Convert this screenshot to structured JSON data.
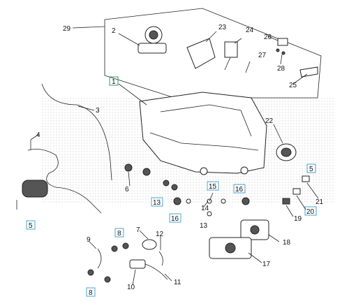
{
  "callouts": {
    "c1": "1",
    "c2": "2",
    "c3": "3",
    "c4": "4",
    "c5a": "5",
    "c5b": "5",
    "c6": "6",
    "c7": "7",
    "c8a": "8",
    "c8b": "8",
    "c9": "9",
    "c10": "10",
    "c11": "11",
    "c12": "12",
    "c13a": "13",
    "c13b": "13",
    "c14": "14",
    "c15": "15",
    "c16a": "16",
    "c16b": "16",
    "c17": "17",
    "c18": "18",
    "c19": "19",
    "c20": "20",
    "c21": "21",
    "c22": "22",
    "c23": "23",
    "c24": "24",
    "c25": "25",
    "c26": "26",
    "c27": "27",
    "c28": "28",
    "c29": "29"
  },
  "colors": {
    "green_highlight": "#3a9a5a",
    "blue_highlight": "#4aa6d6",
    "linework": "#222222"
  }
}
